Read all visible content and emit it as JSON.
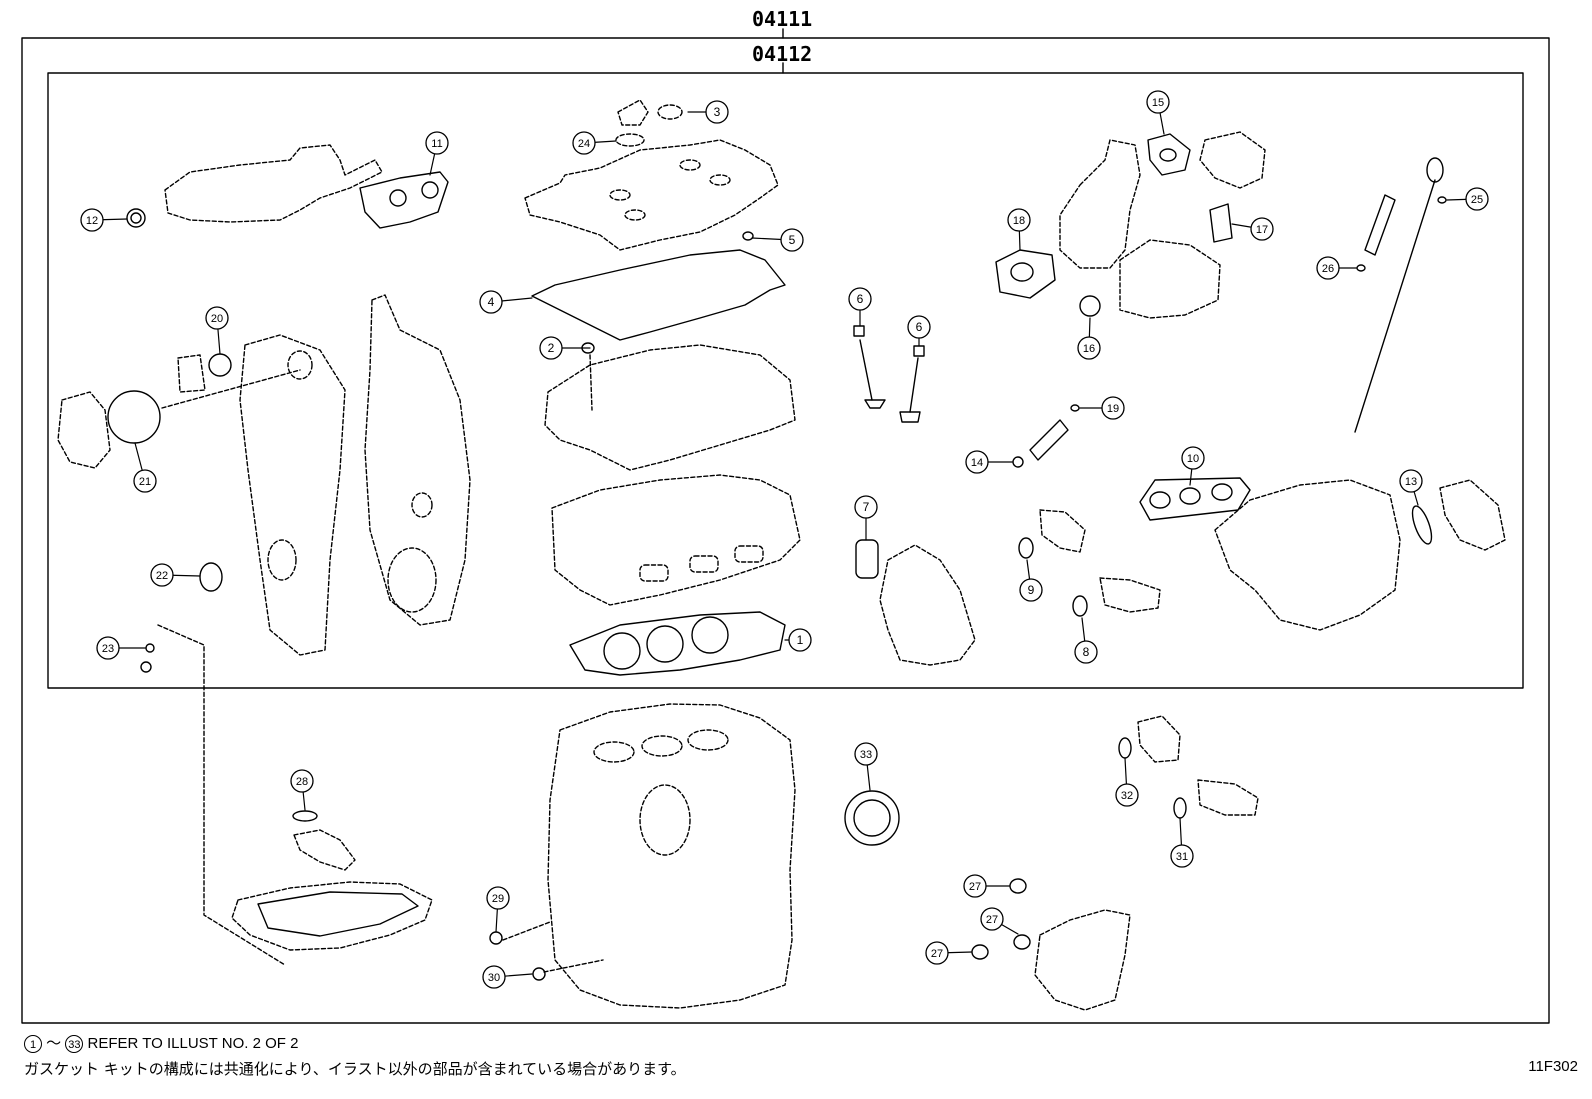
{
  "header": {
    "outer_code": "04111",
    "inner_code": "04112"
  },
  "parts": [
    {
      "n": "1"
    },
    {
      "n": "2"
    },
    {
      "n": "3"
    },
    {
      "n": "4"
    },
    {
      "n": "5"
    },
    {
      "n": "6"
    },
    {
      "n": "6"
    },
    {
      "n": "7"
    },
    {
      "n": "8"
    },
    {
      "n": "9"
    },
    {
      "n": "10"
    },
    {
      "n": "11"
    },
    {
      "n": "12"
    },
    {
      "n": "13"
    },
    {
      "n": "14"
    },
    {
      "n": "15"
    },
    {
      "n": "16"
    },
    {
      "n": "17"
    },
    {
      "n": "18"
    },
    {
      "n": "19"
    },
    {
      "n": "20"
    },
    {
      "n": "21"
    },
    {
      "n": "22"
    },
    {
      "n": "23"
    },
    {
      "n": "24"
    },
    {
      "n": "25"
    },
    {
      "n": "26"
    },
    {
      "n": "27"
    },
    {
      "n": "27"
    },
    {
      "n": "27"
    },
    {
      "n": "28"
    },
    {
      "n": "29"
    },
    {
      "n": "30"
    },
    {
      "n": "31"
    },
    {
      "n": "32"
    },
    {
      "n": "33"
    }
  ],
  "footer": {
    "range_start": "1",
    "range_sep": "～",
    "range_end": "33",
    "refer_text": "REFER TO ILLUST NO. 2 OF 2",
    "japanese_note": "ガスケット キットの構成には共通化により、イラスト以外の部品が含まれている場合があります。",
    "illust_code": "11F302"
  }
}
